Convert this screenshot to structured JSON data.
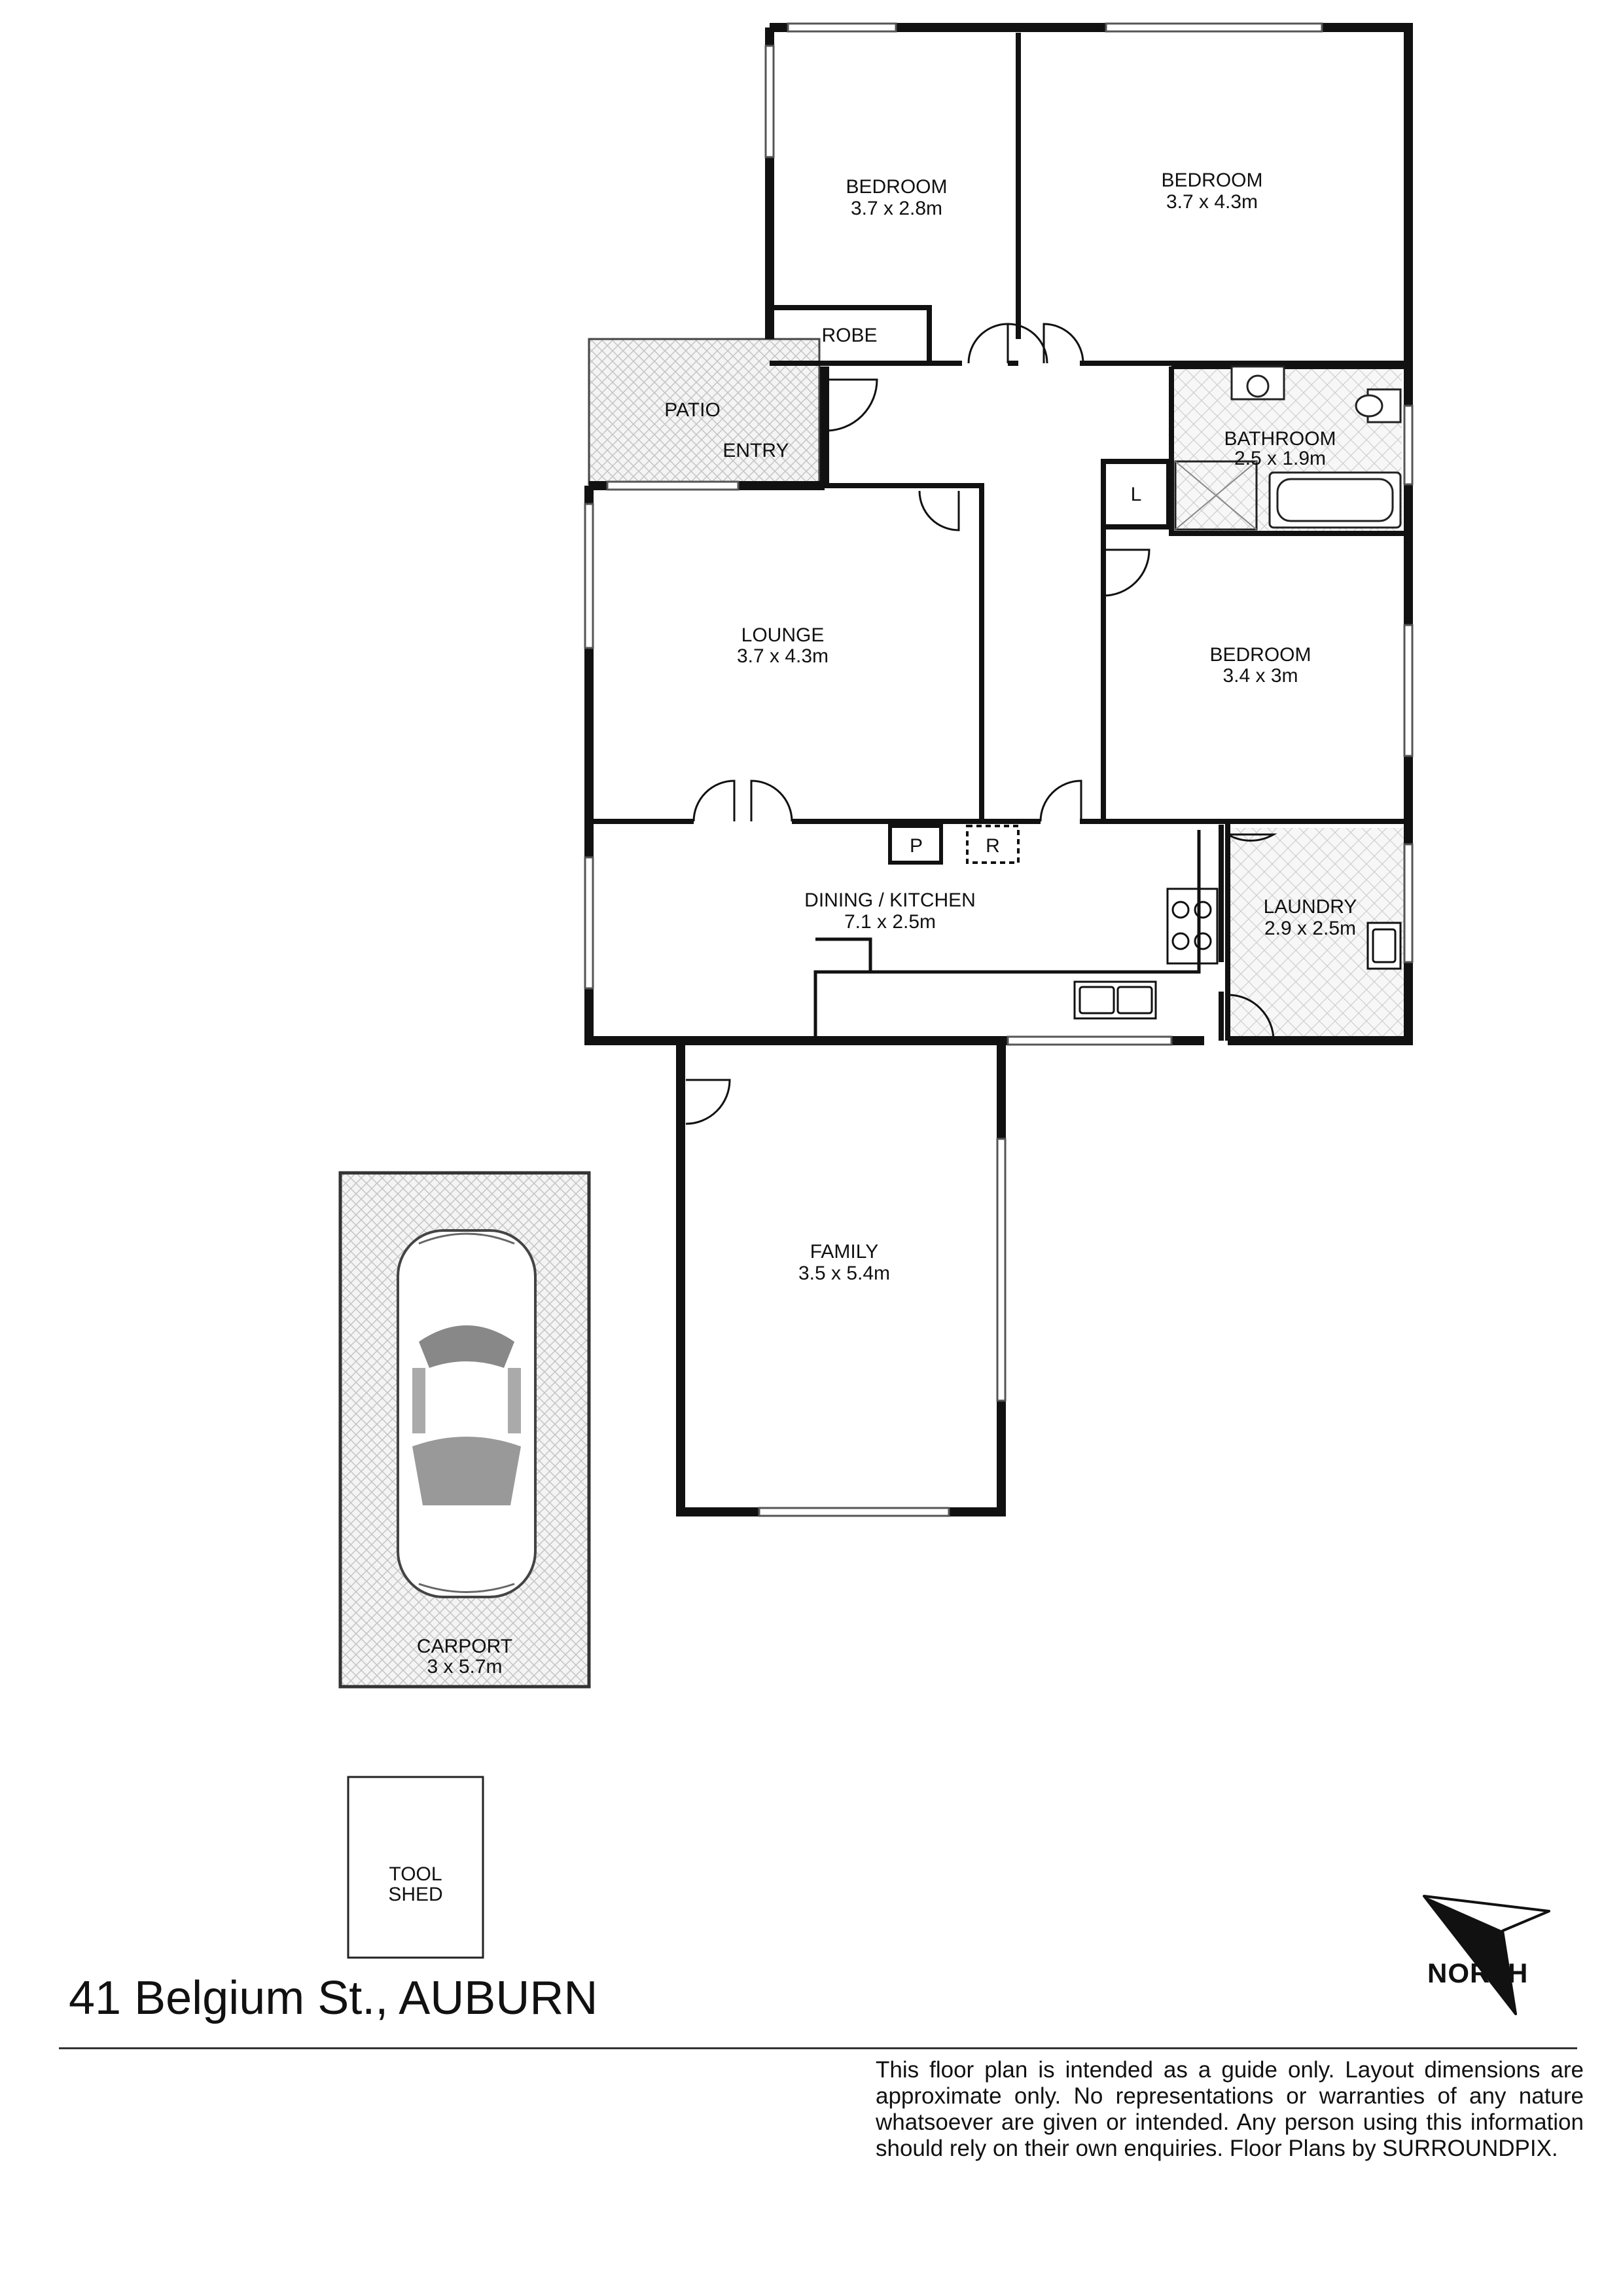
{
  "rooms": {
    "bedroom1": {
      "name": "BEDROOM",
      "dim": "3.7 x 2.8m"
    },
    "bedroom2": {
      "name": "BEDROOM",
      "dim": "3.7 x 4.3m"
    },
    "robe": {
      "name": "ROBE"
    },
    "patio": {
      "name": "PATIO"
    },
    "entry": {
      "name": "ENTRY"
    },
    "bathroom": {
      "name": "BATHROOM",
      "dim": "2.5 x 1.9m"
    },
    "linen": {
      "name": "L"
    },
    "lounge": {
      "name": "LOUNGE",
      "dim": "3.7 x 4.3m"
    },
    "bedroom3": {
      "name": "BEDROOM",
      "dim": "3.4 x 3m"
    },
    "pantry": {
      "name": "P"
    },
    "fridge": {
      "name": "R"
    },
    "dining": {
      "name": "DINING / KITCHEN",
      "dim": "7.1 x 2.5m"
    },
    "laundry": {
      "name": "LAUNDRY",
      "dim": "2.9 x 2.5m"
    },
    "family": {
      "name": "FAMILY",
      "dim": "3.5 x 5.4m"
    },
    "carport": {
      "name": "CARPORT",
      "dim": "3 x 5.7m"
    },
    "shed": {
      "line1": "TOOL",
      "line2": "SHED"
    }
  },
  "north_label": "NORTH",
  "address": "41 Belgium St., AUBURN",
  "disclaimer": "This floor plan is intended as a guide only. Layout dimensions are approximate only. No representations or warranties of any nature whatsoever are given or intended. Any person using this information should rely on their own enquiries. Floor Plans by  SURROUNDPIX."
}
